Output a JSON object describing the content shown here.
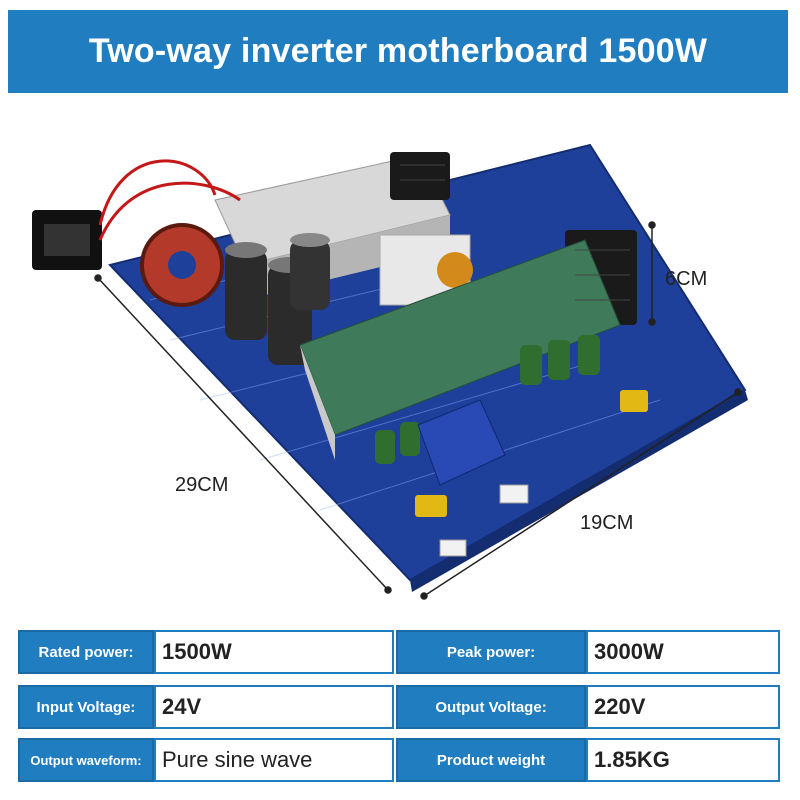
{
  "banner": {
    "title": "Two-way inverter motherboard 1500W"
  },
  "dimensions": {
    "height": "6CM",
    "length": "29CM",
    "width": "19CM"
  },
  "specs": [
    {
      "label": "Rated power:",
      "value": "1500W"
    },
    {
      "label": "Peak power:",
      "value": "3000W"
    },
    {
      "label": "Input Voltage:",
      "value": "24V"
    },
    {
      "label": "Output Voltage:",
      "value": "220V"
    },
    {
      "label": "Output waveform:",
      "value": "Pure sine wave"
    },
    {
      "label": "Product weight",
      "value": "1.85KG"
    }
  ],
  "colors": {
    "accent": "#1f7dc0",
    "board": "#1e3f9a",
    "heatsink": "#3f7a5a"
  }
}
